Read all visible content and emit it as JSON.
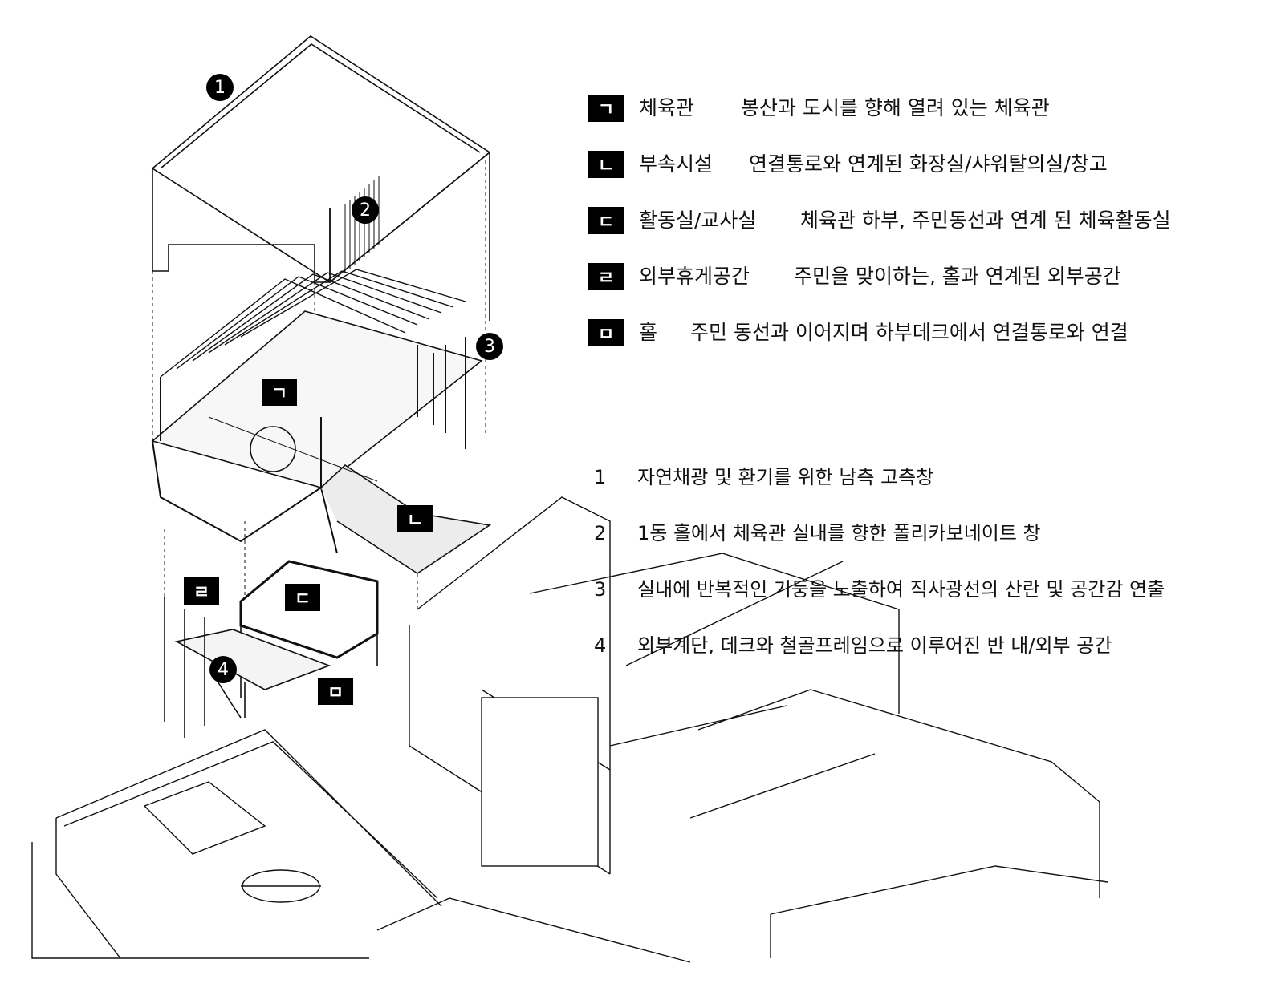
{
  "legend": [
    {
      "key": "ㄱ",
      "name": "체육관",
      "desc": "봉산과 도시를 향해 열려 있는 체육관"
    },
    {
      "key": "ㄴ",
      "name": "부속시설",
      "desc": "연결통로와 연계된 화장실/샤워탈의실/창고"
    },
    {
      "key": "ㄷ",
      "name": "활동실/교사실",
      "desc": "체육관 하부, 주민동선과 연계 된 체육활동실"
    },
    {
      "key": "ㄹ",
      "name": "외부휴게공간",
      "desc": "주민을 맞이하는, 홀과 연계된 외부공간"
    },
    {
      "key": "ㅁ",
      "name": "홀",
      "desc": "주민 동선과 이어지며 하부데크에서 연결통로와 연결"
    }
  ],
  "notes": [
    {
      "num": "1",
      "text": "자연채광 및 환기를 위한 남측 고측창"
    },
    {
      "num": "2",
      "text": "1동 홀에서 체육관 실내를 향한 폴리카보네이트 창"
    },
    {
      "num": "3",
      "text": "실내에 반복적인 기둥을 노출하여 직사광선의 산란 및 공간감 연출"
    },
    {
      "num": "4",
      "text": "외부계단, 데크와 철골프레임으로 이루어진 반 내/외부 공간"
    }
  ],
  "drawing_tags": {
    "gym": "ㄱ",
    "facility": "ㄴ",
    "activity": "ㄷ",
    "rest": "ㄹ",
    "hall": "ㅁ"
  },
  "drawing_numbers": {
    "n1": "1",
    "n2": "2",
    "n3": "3",
    "n4": "4"
  }
}
